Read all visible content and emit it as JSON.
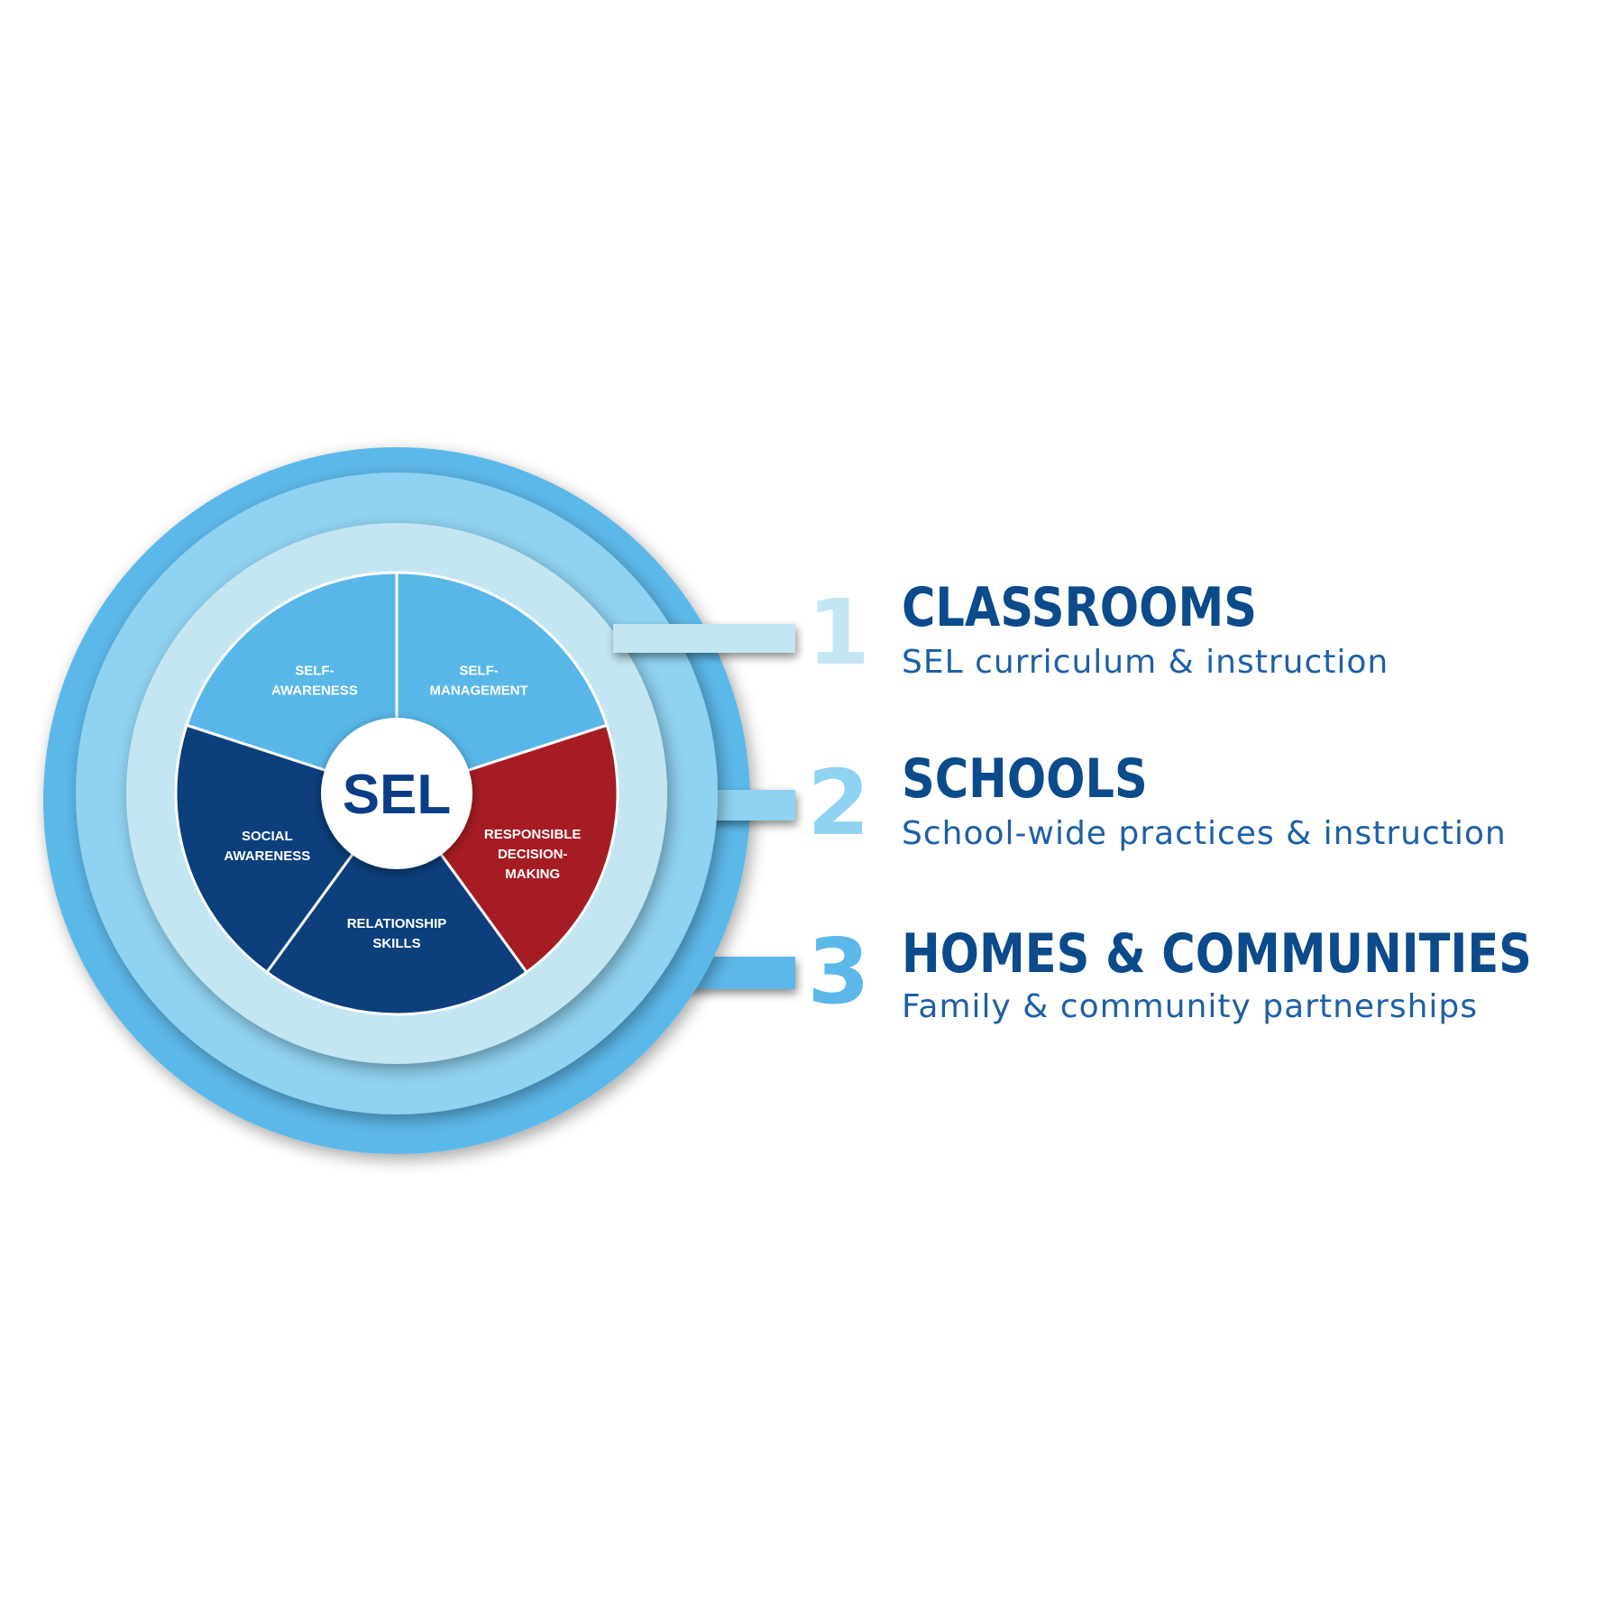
{
  "center": {
    "label": "SEL"
  },
  "segments": [
    {
      "id": "self-awareness",
      "lines": [
        "SELF-",
        "AWARENESS"
      ],
      "color": "#58b7e8"
    },
    {
      "id": "self-management",
      "lines": [
        "SELF-",
        "MANAGEMENT"
      ],
      "color": "#58b7e8"
    },
    {
      "id": "responsible-decision-making",
      "lines": [
        "RESPONSIBLE",
        "DECISION-",
        "MAKING"
      ],
      "color": "#a61c24"
    },
    {
      "id": "relationship-skills",
      "lines": [
        "RELATIONSHIP",
        "SKILLS"
      ],
      "color": "#0c3f7c"
    },
    {
      "id": "social-awareness",
      "lines": [
        "SOCIAL",
        "AWARENESS"
      ],
      "color": "#0c3f7c"
    }
  ],
  "levels": [
    {
      "number": "1",
      "title": "CLASSROOMS",
      "subtitle": "SEL curriculum & instruction"
    },
    {
      "number": "2",
      "title": "SCHOOLS",
      "subtitle": "School-wide practices & instruction"
    },
    {
      "number": "3",
      "title": "HOMES & COMMUNITIES",
      "subtitle": "Family & community partnerships"
    }
  ],
  "colors": {
    "ring_outer": "#5db8ea",
    "ring_middle": "#90d2f1",
    "ring_inner": "#c3e6f2",
    "connector_1": "#c3e6f2",
    "connector_2": "#90d2f1",
    "connector_3": "#5db8ea",
    "number_1": "#c3e6f2",
    "number_2": "#90d2f1",
    "number_3": "#5db8ea",
    "title": "#0b4a8b",
    "subtitle": "#1d5fa8",
    "center_text": "#0b3d86"
  }
}
